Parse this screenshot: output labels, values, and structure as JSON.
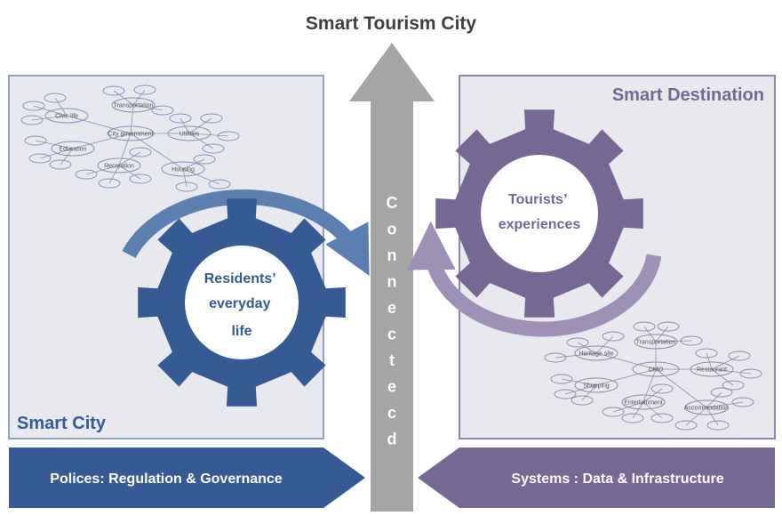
{
  "title": "Smart Tourism City",
  "smart_city": {
    "label": "Smart City",
    "gear_text": [
      "Residents’",
      "everyday",
      "life"
    ],
    "mini_diagram": {
      "center": "City government",
      "nodes": [
        "Transportation",
        "Civic life",
        "Utilities",
        "Education",
        "Recreation",
        "Housing"
      ]
    }
  },
  "smart_destination": {
    "label": "Smart Destination",
    "gear_text": [
      "Tourists’",
      "experiences"
    ],
    "mini_diagram": {
      "center": "DMO",
      "nodes": [
        "Transportation",
        "Heritage site",
        "Restaurant",
        "Shopping",
        "Entertainment",
        "Accommodation"
      ]
    }
  },
  "center_arrow": {
    "letters": [
      "C",
      "o",
      "n",
      "n",
      "e",
      "c",
      "t",
      "e",
      "c",
      "d"
    ]
  },
  "bottom_left_arrow": "Polices: Regulation & Governance",
  "bottom_right_arrow": "Systems : Data & Infrastructure",
  "colors": {
    "blue": "#365b94",
    "blue_arrow": "#5b7fb1",
    "purple": "#756894",
    "purple_arrow": "#9c90b6",
    "panel_fill": "#e8e8ef",
    "gray_arrow": "#a5a5a5"
  }
}
